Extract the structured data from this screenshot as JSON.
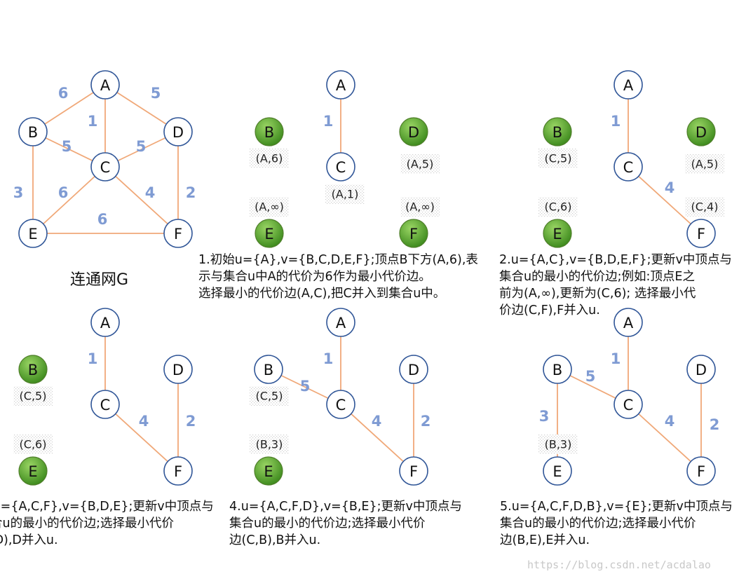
{
  "graph_title": "连通网G",
  "watermark": "https://blog.csdn.net/acdalao",
  "colors": {
    "edge": "#f0a878",
    "node_stroke": "#2f5597",
    "weight_label": "#7f9bd3",
    "node_green_light": "#9ad564",
    "node_green_dark": "#3d8a1d",
    "label_dot_fill": "#d3d3d3"
  },
  "panels": [
    {
      "id": "graph-g",
      "nodes": [
        {
          "label": "A",
          "style": "white"
        },
        {
          "label": "B",
          "style": "white"
        },
        {
          "label": "C",
          "style": "white"
        },
        {
          "label": "D",
          "style": "white"
        },
        {
          "label": "E",
          "style": "white"
        },
        {
          "label": "F",
          "style": "white"
        }
      ],
      "edges": [
        {
          "from": "A",
          "to": "B",
          "weight": "6"
        },
        {
          "from": "A",
          "to": "C",
          "weight": "1"
        },
        {
          "from": "A",
          "to": "D",
          "weight": "5"
        },
        {
          "from": "B",
          "to": "C",
          "weight": "5"
        },
        {
          "from": "C",
          "to": "D",
          "weight": "5"
        },
        {
          "from": "B",
          "to": "E",
          "weight": "3"
        },
        {
          "from": "C",
          "to": "E",
          "weight": "6"
        },
        {
          "from": "C",
          "to": "F",
          "weight": "4"
        },
        {
          "from": "D",
          "to": "F",
          "weight": "2"
        },
        {
          "from": "E",
          "to": "F",
          "weight": "6"
        }
      ],
      "cost_labels": []
    },
    {
      "id": "step-1",
      "nodes": [
        {
          "label": "A",
          "style": "white"
        },
        {
          "label": "B",
          "style": "green"
        },
        {
          "label": "C",
          "style": "white"
        },
        {
          "label": "D",
          "style": "green"
        },
        {
          "label": "E",
          "style": "green"
        },
        {
          "label": "F",
          "style": "green"
        }
      ],
      "edges": [
        {
          "from": "A",
          "to": "C",
          "weight": "1"
        }
      ],
      "cost_labels": [
        {
          "text": "(A,6)"
        },
        {
          "text": "(A,1)"
        },
        {
          "text": "(A,5)"
        },
        {
          "text": "(A,∞)"
        },
        {
          "text": "(A,∞)"
        }
      ],
      "caption": [
        "1.初始u={A},v={B,C,D,E,F};顶点B下方(A,6),表",
        "示与集合u中A的代价为6作为最小代价边。",
        "选择最小的代价边(A,C),把C并入到集合u中。"
      ]
    },
    {
      "id": "step-2",
      "nodes": [
        {
          "label": "A",
          "style": "white"
        },
        {
          "label": "B",
          "style": "green"
        },
        {
          "label": "C",
          "style": "white"
        },
        {
          "label": "D",
          "style": "green"
        },
        {
          "label": "E",
          "style": "green"
        },
        {
          "label": "F",
          "style": "white"
        }
      ],
      "edges": [
        {
          "from": "A",
          "to": "C",
          "weight": "1"
        },
        {
          "from": "C",
          "to": "F",
          "weight": "4"
        }
      ],
      "cost_labels": [
        {
          "text": "(C,5)"
        },
        {
          "text": "(A,5)"
        },
        {
          "text": "(C,6)"
        },
        {
          "text": "(C,4)"
        }
      ],
      "caption": [
        "2.u={A,C},v={B,D,E,F};更新v中顶点与",
        "集合u的最小的代价边;例如:顶点E之",
        "前为(A,∞),更新为(C,6); 选择最小代",
        "价边(C,F),F并入u."
      ]
    },
    {
      "id": "step-3",
      "nodes": [
        {
          "label": "A",
          "style": "white"
        },
        {
          "label": "B",
          "style": "green"
        },
        {
          "label": "C",
          "style": "white"
        },
        {
          "label": "D",
          "style": "white"
        },
        {
          "label": "E",
          "style": "green"
        },
        {
          "label": "F",
          "style": "white"
        }
      ],
      "edges": [
        {
          "from": "A",
          "to": "C",
          "weight": "1"
        },
        {
          "from": "C",
          "to": "F",
          "weight": "4"
        },
        {
          "from": "D",
          "to": "F",
          "weight": "2"
        }
      ],
      "cost_labels": [
        {
          "text": "(C,5)"
        },
        {
          "text": "(C,6)"
        }
      ],
      "caption": [
        "=={A,C,F},v={B,D,E};更新v中顶点与",
        "合u的最小的代价边;选择最小代价",
        ",D),D并入u."
      ]
    },
    {
      "id": "step-4",
      "nodes": [
        {
          "label": "A",
          "style": "white"
        },
        {
          "label": "B",
          "style": "white"
        },
        {
          "label": "C",
          "style": "white"
        },
        {
          "label": "D",
          "style": "white"
        },
        {
          "label": "E",
          "style": "green"
        },
        {
          "label": "F",
          "style": "white"
        }
      ],
      "edges": [
        {
          "from": "A",
          "to": "C",
          "weight": "1"
        },
        {
          "from": "B",
          "to": "C",
          "weight": "5"
        },
        {
          "from": "C",
          "to": "F",
          "weight": "4"
        },
        {
          "from": "D",
          "to": "F",
          "weight": "2"
        }
      ],
      "cost_labels": [
        {
          "text": "(C,5)"
        },
        {
          "text": "(B,3)"
        }
      ],
      "caption": [
        "4.u={A,C,F,D},v={B,E};更新v中顶点与",
        "集合u的最小的代价边;选择最小代价",
        "边(C,B),B并入u."
      ]
    },
    {
      "id": "step-5",
      "nodes": [
        {
          "label": "A",
          "style": "white"
        },
        {
          "label": "B",
          "style": "white"
        },
        {
          "label": "C",
          "style": "white"
        },
        {
          "label": "D",
          "style": "white"
        },
        {
          "label": "E",
          "style": "white"
        },
        {
          "label": "F",
          "style": "white"
        }
      ],
      "edges": [
        {
          "from": "A",
          "to": "C",
          "weight": "1"
        },
        {
          "from": "B",
          "to": "C",
          "weight": "5"
        },
        {
          "from": "B",
          "to": "E",
          "weight": "3"
        },
        {
          "from": "C",
          "to": "F",
          "weight": "4"
        },
        {
          "from": "D",
          "to": "F",
          "weight": "2"
        }
      ],
      "cost_labels": [
        {
          "text": "(B,3)"
        }
      ],
      "caption": [
        "5.u={A,C,F,D,B},v={E};更新v中顶点与",
        "集合u的最小的代价边;选择最小代价",
        "边(B,E),E并入u."
      ]
    }
  ]
}
